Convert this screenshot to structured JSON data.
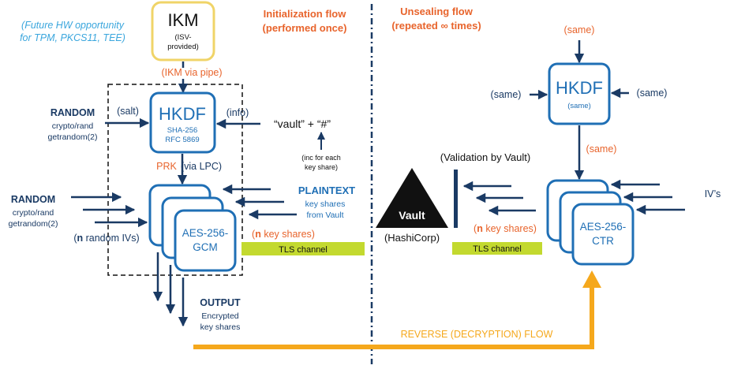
{
  "colors": {
    "navy": "#1a3a64",
    "blue": "#1f6fb5",
    "orange": "#e8642c",
    "sky": "#3aa6dd",
    "ikm_border": "#f0d468",
    "tls_green": "#c3d92f",
    "gold": "#f5a81c",
    "black": "#111111"
  },
  "future_note": {
    "line1": "(Future HW opportunity",
    "line2": "for TPM, PKCS11, TEE)"
  },
  "ikm": {
    "title": "IKM",
    "sub1": "(ISV-",
    "sub2": "provided)",
    "via": "(IKM  via pipe)"
  },
  "flows": {
    "init_line1": "Initialization flow",
    "init_line2": "(performed once)",
    "unseal_line1": "Unsealing flow",
    "unseal_line2": "(repeated ∞ times)",
    "reverse": "REVERSE (DECRYPTION) FLOW"
  },
  "left": {
    "random1_title": "RANDOM",
    "random1_l1": "crypto/rand",
    "random1_l2": "getrandom(2)",
    "salt": "(salt)",
    "info": "(info)",
    "vault_hash": "“vault” + “#”",
    "inc_l1": "(inc for each",
    "inc_l2": "key share)",
    "hkdf_title": "HKDF",
    "hkdf_sub1": "SHA-256",
    "hkdf_sub2": "RFC 5869",
    "prk": "PRK",
    "via_lpc": "(via LPC)",
    "random2_title": "RANDOM",
    "random2_l1": "crypto/rand",
    "random2_l2": "getrandom(2)",
    "n_ivs_n": "n",
    "n_ivs_rest": " random IVs)",
    "n_ivs_open": "(",
    "aes_l1": "AES-256-",
    "aes_l2": "GCM",
    "plaintext_title": "PLAINTEXT",
    "plaintext_l1": "key shares",
    "plaintext_l2": "from Vault",
    "n_shares_open": "(",
    "n_shares_n": "n",
    "n_shares_rest": " key shares)",
    "tls": "TLS channel",
    "output_title": "OUTPUT",
    "output_l1": "Encrypted",
    "output_l2": "key shares"
  },
  "vault": {
    "label": "Vault",
    "org": "(HashiCorp)",
    "validation": "(Validation by Vault)"
  },
  "right": {
    "same_top": "(same)",
    "same_left": "(same)",
    "same_right": "(same)",
    "hkdf_title": "HKDF",
    "hkdf_sub": "(same)",
    "same_below": "(same)",
    "ivs": "IV’s",
    "n_shares_open": "(",
    "n_shares_n": "n",
    "n_shares_rest": " key shares)",
    "tls": "TLS channel",
    "aes_l1": "AES-256-",
    "aes_l2": "CTR"
  }
}
